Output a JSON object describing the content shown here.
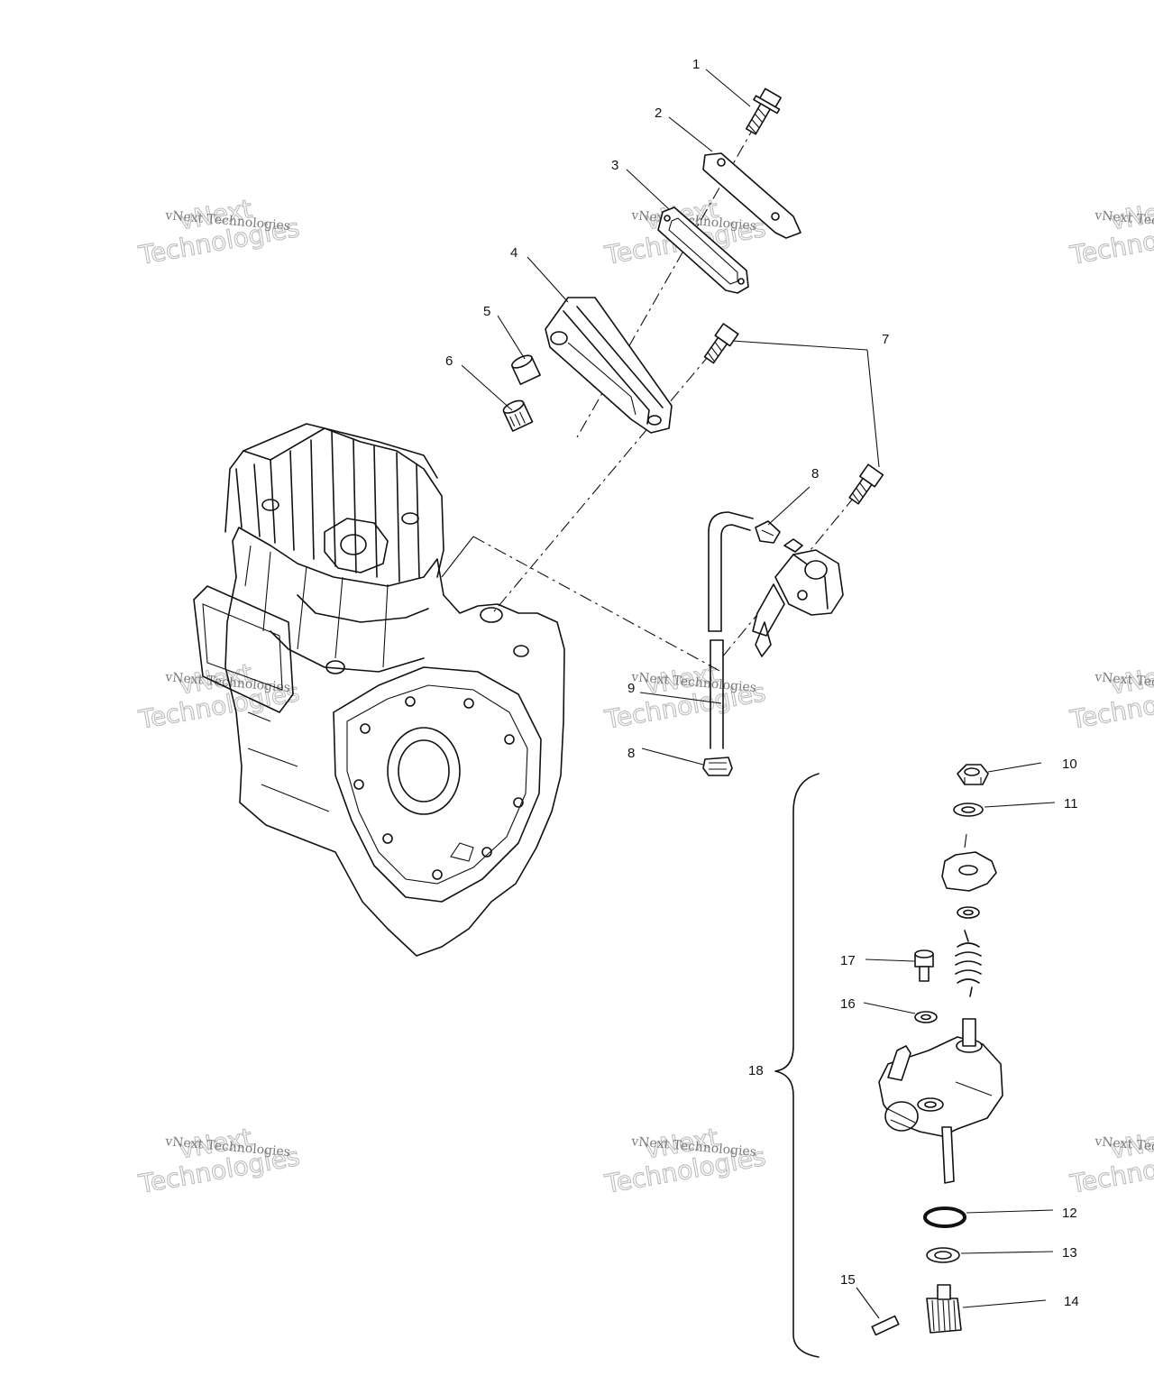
{
  "callouts": [
    "1",
    "2",
    "3",
    "4",
    "5",
    "6",
    "7",
    "8",
    "9",
    "8",
    "10",
    "11",
    "12",
    "13",
    "14",
    "15",
    "16",
    "17",
    "18"
  ],
  "watermark": {
    "brand": "vNext",
    "word": "Technologies",
    "line": "vNext Technologies"
  }
}
